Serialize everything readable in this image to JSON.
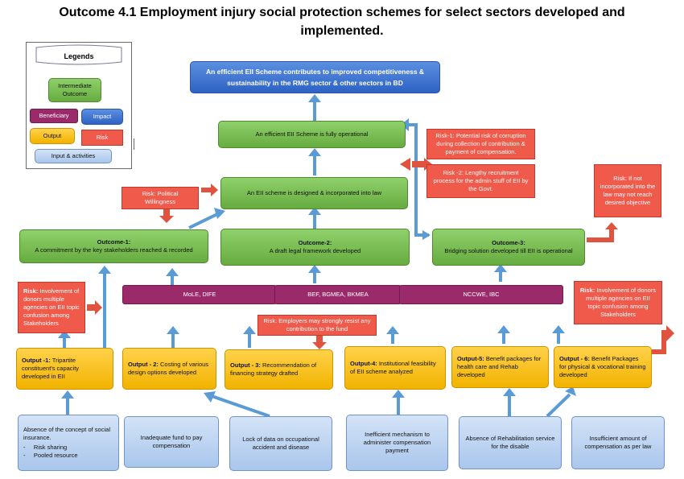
{
  "title_line1": "Outcome 4.1 Employment injury social protection schemes for select sectors developed and",
  "title_line2": "implemented.",
  "legend": {
    "title": "Legends",
    "intermediate": "Intermediate Outcome",
    "beneficiary": "Beneficiary",
    "impact": "Impact",
    "output": "Output",
    "risk": "Risk",
    "input": "Input & activities"
  },
  "impact": "An efficient EII Scheme contributes to improved competitiveness & sustainability in the RMG sector & other sectors in BD",
  "intermediate": {
    "operational": "An efficient EII Scheme is fully operational",
    "designed": "An EII scheme is designed & incorporated into law"
  },
  "outcomes": {
    "o1_title": "Outcome-1:",
    "o1_text": "A commitment by the key stakeholders reached & recorded",
    "o2_title": "Outcome-2:",
    "o2_text": "A draft legal framework developed",
    "o3_title": "Outcome-3:",
    "o3_text": "Bridging solution developed till EII is operational"
  },
  "beneficiaries": {
    "b1": "MoLE, DIFE",
    "b2": "BEF, BGMEA, BKMEA",
    "b3": "NCCWE, IBC"
  },
  "risks": {
    "r_top1": "Risk-1: Potential risk of corruption during collection of contribution & payment of compensation.",
    "r_top2": "Risk -2: Lengthy recruitment process for the admin stuff of EII by the Govt.",
    "r_law": "Risk: If not incorporated into the law may not reach desired objective",
    "r_political": "Risk: Political Willingness",
    "r_left_label": "Risk:",
    "r_left_text": "Involvement of donors multiple agencies on EII topic confusion among Stakeholders",
    "r_employers": "Risk: Employers may strongly resist any contribution to the fund",
    "r_right_label": "Risk:",
    "r_right_text": "Involvement of donors multiple agencies on EII topic confusion among Stakeholders"
  },
  "outputs": [
    {
      "label": "Output -1:",
      "text": "Tripartite constituent's capacity developed in EII"
    },
    {
      "label": "Output - 2:",
      "text": "Costing of various design options developed"
    },
    {
      "label": "Output - 3:",
      "text": "Recommendation of financing strategy drafted"
    },
    {
      "label": "Output-4:",
      "text": "Institutional feasibility of EII scheme analyzed"
    },
    {
      "label": "Output-5:",
      "text": "Benefit packages for health care and Rehab developed"
    },
    {
      "label": "Output - 6:",
      "text": "Benefit Packages for physical & vocational training developed"
    }
  ],
  "inputs": {
    "i1_line1": "Absence of the concept of social insurance.",
    "i1_bullet1": "Risk sharing",
    "i1_bullet2": "Pooled resource",
    "i2": "Inadequate fund to pay compensation",
    "i3": "Lock of data on occupational accident and disease",
    "i4": "Inefficient mechanism to administer compensation payment",
    "i5": "Absence of Rehabilitation service for the disable",
    "i6": "Insufficient amount of compensation as per law"
  },
  "colors": {
    "green": "#70ad47",
    "blue": "#3a6fd0",
    "orange": "#ffc000",
    "light_blue": "#bdd3f0",
    "red": "#f05a4b",
    "purple": "#9b2a6b",
    "arrow_blue": "#5b9bd5",
    "arrow_red": "#e0533f"
  }
}
